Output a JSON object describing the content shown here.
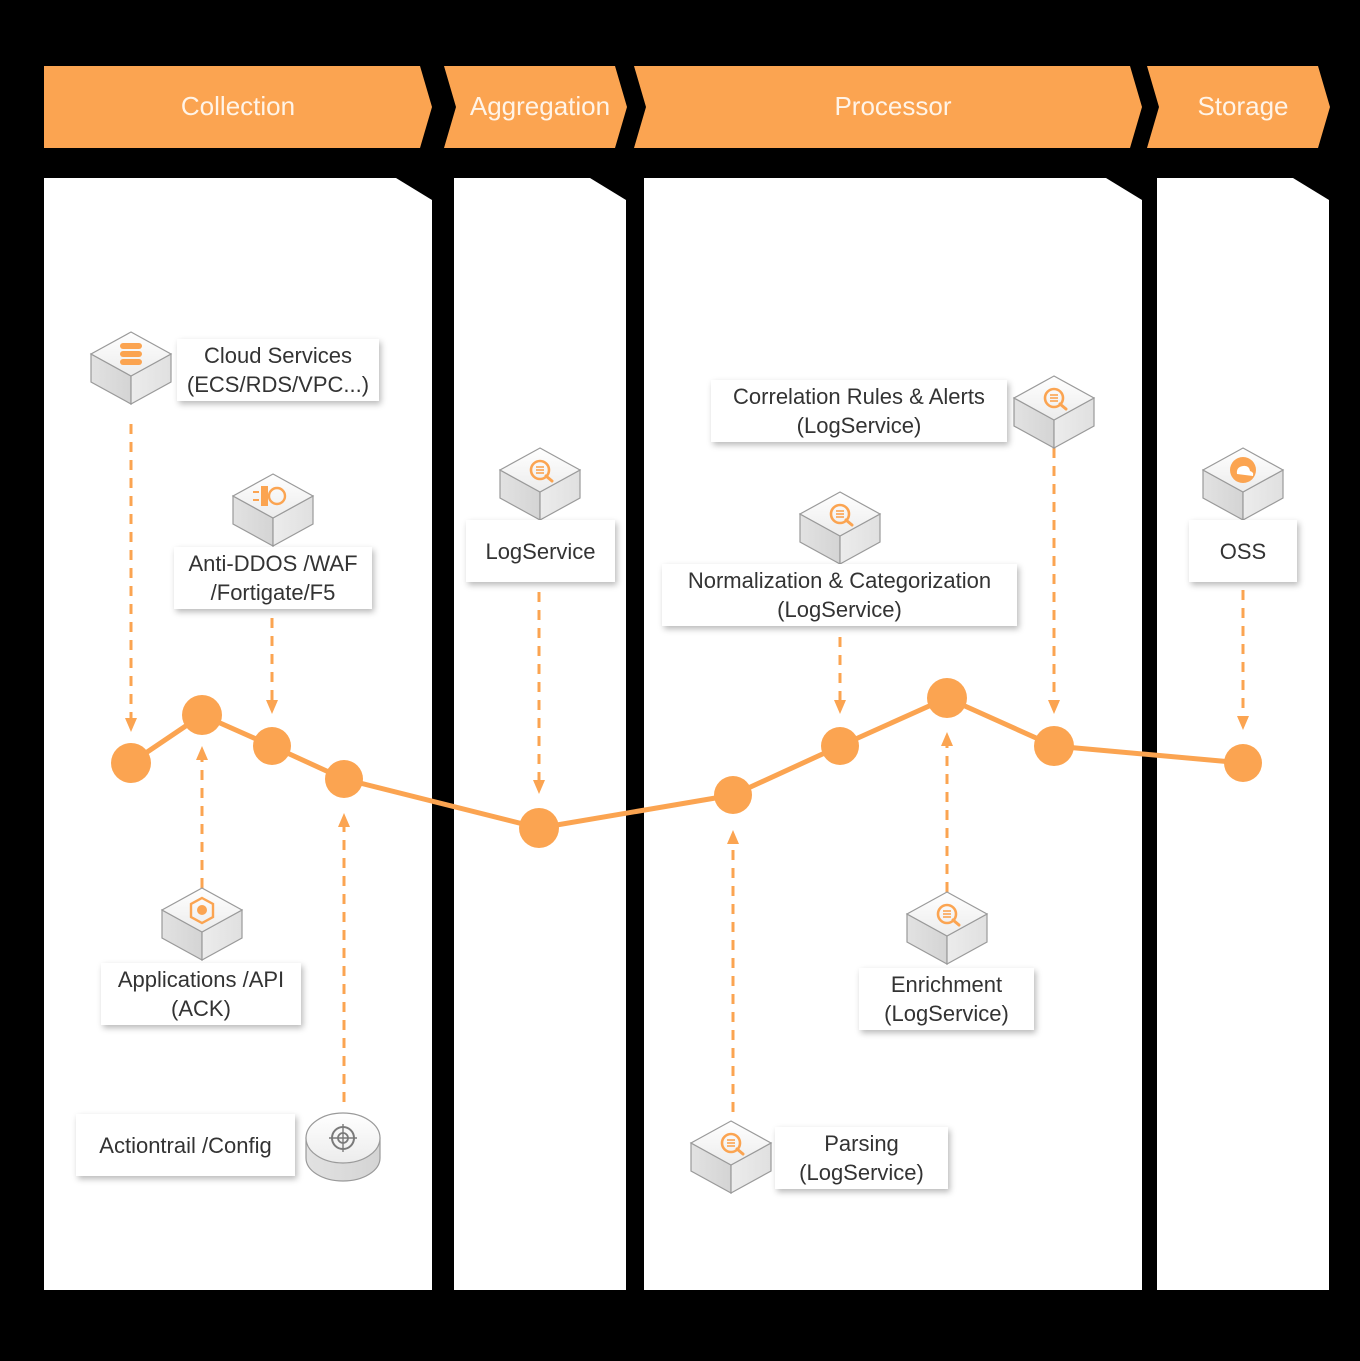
{
  "colors": {
    "accent": "#FBA451",
    "background": "#000000",
    "panel": "#FFFFFF",
    "text": "#333333",
    "header_text": "#FFF4E8"
  },
  "stages": [
    {
      "id": "collection",
      "label": "Collection"
    },
    {
      "id": "aggregation",
      "label": "Aggregation"
    },
    {
      "id": "processor",
      "label": "Processor"
    },
    {
      "id": "storage",
      "label": "Storage"
    }
  ],
  "nodes": [
    {
      "id": "cloud-services",
      "icon": "database-icon",
      "lines": [
        "Cloud Services",
        "(ECS/RDS/VPC...)"
      ]
    },
    {
      "id": "anti-ddos",
      "icon": "firewall-icon",
      "lines": [
        "Anti-DDOS /WAF",
        "/Fortigate/F5"
      ]
    },
    {
      "id": "applications",
      "icon": "container-icon",
      "lines": [
        "Applications /API",
        "(ACK)"
      ]
    },
    {
      "id": "actiontrail",
      "icon": "target-icon",
      "lines": [
        "Actiontrail /Config"
      ]
    },
    {
      "id": "logservice",
      "icon": "logservice-icon",
      "lines": [
        "LogService"
      ]
    },
    {
      "id": "parsing",
      "icon": "logservice-icon",
      "lines": [
        "Parsing",
        "(LogService)"
      ]
    },
    {
      "id": "normalization",
      "icon": "logservice-icon",
      "lines": [
        "Normalization & Categorization",
        "(LogService)"
      ]
    },
    {
      "id": "enrichment",
      "icon": "logservice-icon",
      "lines": [
        "Enrichment",
        "(LogService)"
      ]
    },
    {
      "id": "correlation",
      "icon": "logservice-icon",
      "lines": [
        "Correlation Rules & Alerts",
        "(LogService)"
      ]
    },
    {
      "id": "oss",
      "icon": "oss-cloud-icon",
      "lines": [
        "OSS"
      ]
    }
  ]
}
